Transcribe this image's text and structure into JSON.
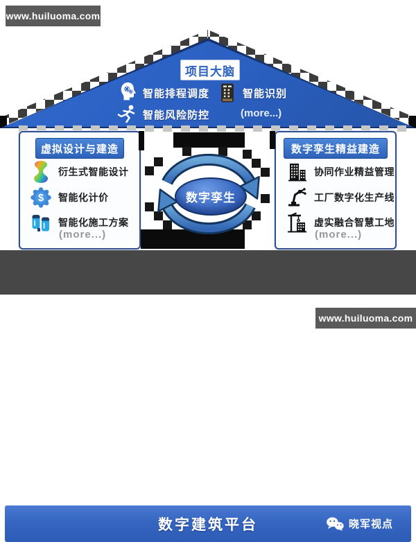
{
  "watermarks": {
    "top_left": "www.huiluoma.com",
    "bottom_right": "www.huiluoma.com"
  },
  "roof": {
    "title": "项目大脑",
    "left_items": [
      {
        "icon": "brain-gears-icon",
        "label": "智能排程调度"
      },
      {
        "icon": "falling-person-icon",
        "label": "智能风险防控"
      }
    ],
    "right_items": [
      {
        "icon": "recognition-scanner-icon",
        "label": "智能识别"
      },
      {
        "icon": "none",
        "label": "(more...)"
      }
    ]
  },
  "left_panel": {
    "title": "虚拟设计与建造",
    "items": [
      {
        "icon": "generative-design-icon",
        "label": "衍生式智能设计"
      },
      {
        "icon": "smart-pricing-badge-icon",
        "label": "智能化计价"
      },
      {
        "icon": "construction-plan-icon",
        "label": "智能化施工方案"
      }
    ],
    "more": "(more...)"
  },
  "right_panel": {
    "title": "数字孪生精益建造",
    "items": [
      {
        "icon": "building-icon",
        "label": "协同作业精益管理"
      },
      {
        "icon": "factory-robot-arm-icon",
        "label": "工厂数字化生产线"
      },
      {
        "icon": "smart-site-crane-icon",
        "label": "虚实融合智慧工地"
      }
    ],
    "more": "(more...)"
  },
  "center": {
    "label": "数字孪生",
    "icon": "cycle-arrows-icon"
  },
  "platform": {
    "label": "数字建筑平台",
    "brand": "晓军视点",
    "brand_icon": "wechat-icon"
  },
  "colors": {
    "roof_blue": "#2b5fc0",
    "roof_border_navy": "#16336e",
    "panel_header_blue": "#3a74cc",
    "platform_blue": "#3566c2",
    "cycle_arrow_blue": "#4a86c6",
    "watermark_bg": "#5a5a5a",
    "more_gray": "#979797"
  }
}
